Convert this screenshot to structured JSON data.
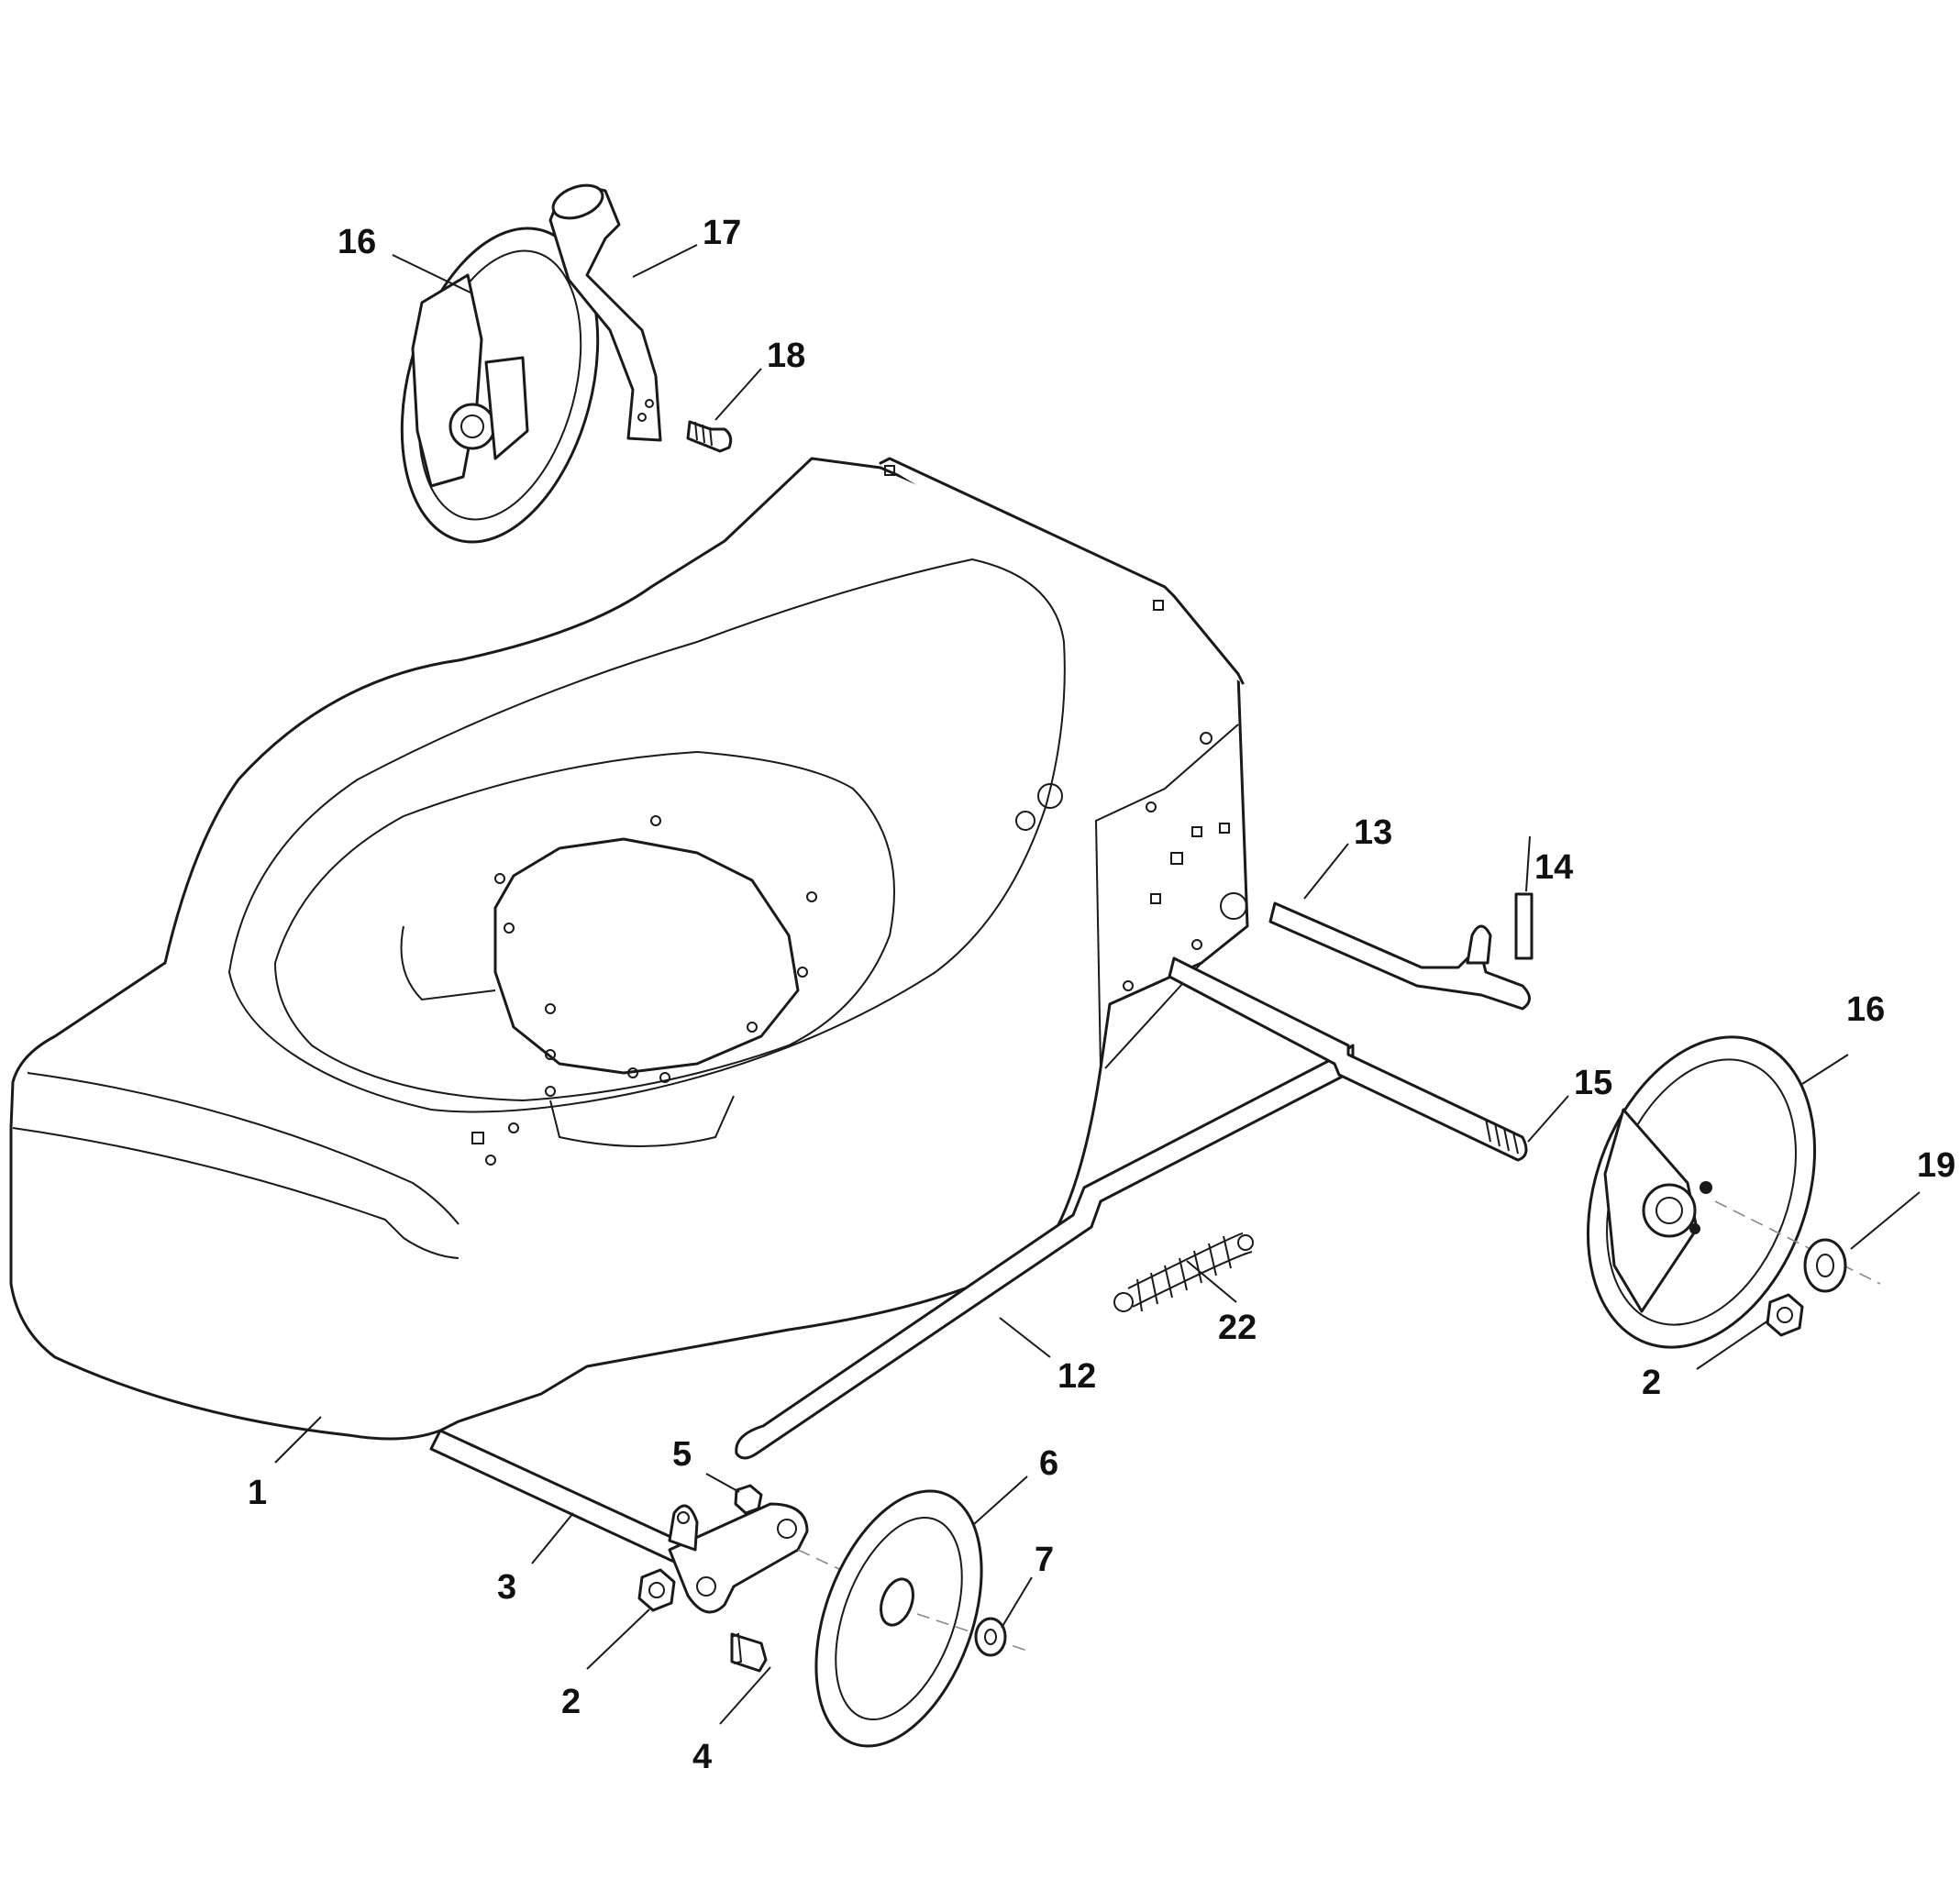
{
  "callouts": [
    {
      "id": "c1",
      "label": "1"
    },
    {
      "id": "c2a",
      "label": "2"
    },
    {
      "id": "c2b",
      "label": "2"
    },
    {
      "id": "c3",
      "label": "3"
    },
    {
      "id": "c4",
      "label": "4"
    },
    {
      "id": "c5",
      "label": "5"
    },
    {
      "id": "c6",
      "label": "6"
    },
    {
      "id": "c7",
      "label": "7"
    },
    {
      "id": "c12",
      "label": "12"
    },
    {
      "id": "c13",
      "label": "13"
    },
    {
      "id": "c14",
      "label": "14"
    },
    {
      "id": "c15",
      "label": "15"
    },
    {
      "id": "c16a",
      "label": "16"
    },
    {
      "id": "c16b",
      "label": "16"
    },
    {
      "id": "c17",
      "label": "17"
    },
    {
      "id": "c18",
      "label": "18"
    },
    {
      "id": "c19",
      "label": "19"
    },
    {
      "id": "c22",
      "label": "22"
    }
  ]
}
